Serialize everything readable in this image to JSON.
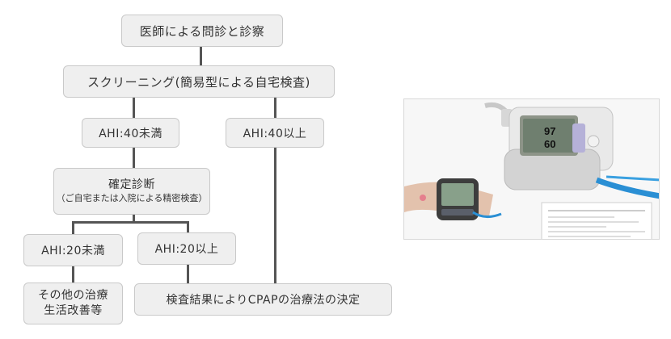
{
  "flow": {
    "step1": "医師による問診と診察",
    "step2": "スクリーニング(簡易型による自宅検査)",
    "ahi40_under": "AHI:40未満",
    "ahi40_over": "AHI:40以上",
    "diagnosis_title": "確定診断",
    "diagnosis_sub": "（ご自宅または入院による精密検査）",
    "ahi20_under": "AHI:20未満",
    "ahi20_over": "AHI:20以上",
    "other_treatment_line1": "その他の治療",
    "other_treatment_line2": "生活改善等",
    "cpap_decision": "検査結果によりCPAPの治療法の決定"
  },
  "device_screen": {
    "value_top": "97",
    "value_bottom": "60"
  },
  "colors": {
    "box_bg": "#efefef",
    "box_border": "#c9c9c9",
    "connector": "#555555",
    "device_screen": "#6f7f6f",
    "device_accent": "#b5b1d8",
    "cable": "#2a8fd4"
  }
}
